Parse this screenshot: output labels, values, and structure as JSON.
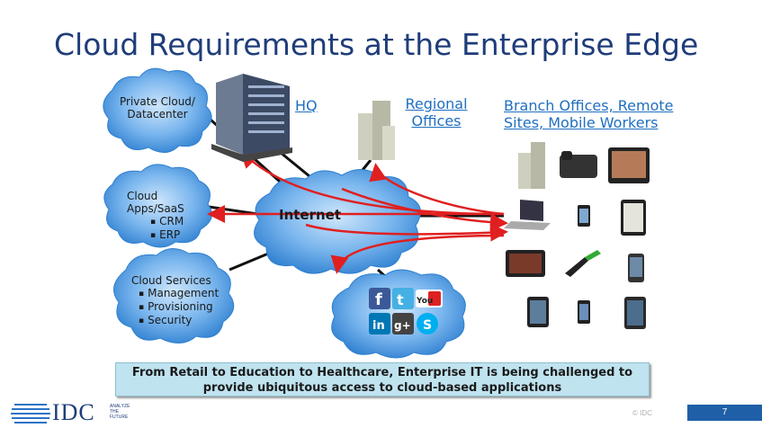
{
  "title": "Cloud Requirements at the Enterprise Edge",
  "clouds": {
    "private": "Private Cloud/ Datacenter",
    "apps_title": "Cloud Apps/SaaS",
    "apps_items": [
      "CRM",
      "ERP"
    ],
    "services_title": "Cloud Services",
    "services_items": [
      "Management",
      "Provisioning",
      "Security"
    ],
    "internet": "Internet"
  },
  "links": {
    "hq": "HQ",
    "regional": "Regional Offices",
    "branch": "Branch Offices, Remote Sites, Mobile Workers"
  },
  "social_icons": [
    "facebook-icon",
    "twitter-icon",
    "youtube-icon",
    "linkedin-icon",
    "google-plus-icon",
    "skype-icon"
  ],
  "banner": "From Retail to Education to Healthcare, Enterprise IT is being challenged to provide ubiquitous access to cloud-based applications",
  "footer": {
    "logo": "IDC",
    "tagline": [
      "ANALYZE",
      "THE",
      "FUTURE"
    ],
    "copyright": "© IDC",
    "page": "7"
  },
  "colors": {
    "cloud": "#3f8ed6",
    "arrow": "#e02020",
    "title": "#1f3d7a",
    "banner": "#bfe3ef"
  }
}
